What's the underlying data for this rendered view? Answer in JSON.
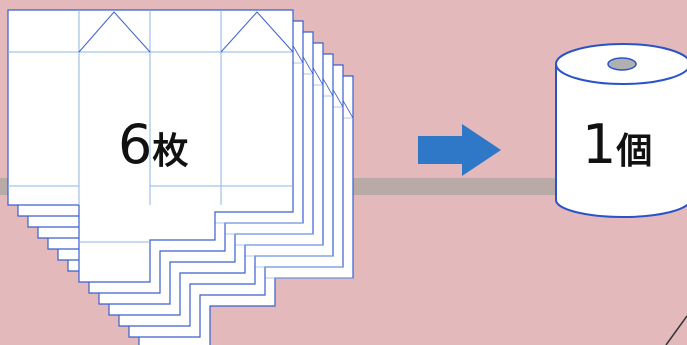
{
  "left": {
    "count": "6",
    "unit": "枚"
  },
  "right": {
    "count": "1",
    "unit": "個"
  },
  "colors": {
    "background": "#e3b9bb",
    "band": "#b9aaa8",
    "sheet_outline": "#3a5fd0",
    "fold_line": "#8fb4e8",
    "arrow": "#2f78c8",
    "roll_outline": "#2b53c9",
    "roll_core": "#b0b0b0"
  },
  "icons": [
    "sheet-stack-icon",
    "arrow-right-icon",
    "toilet-roll-icon"
  ]
}
